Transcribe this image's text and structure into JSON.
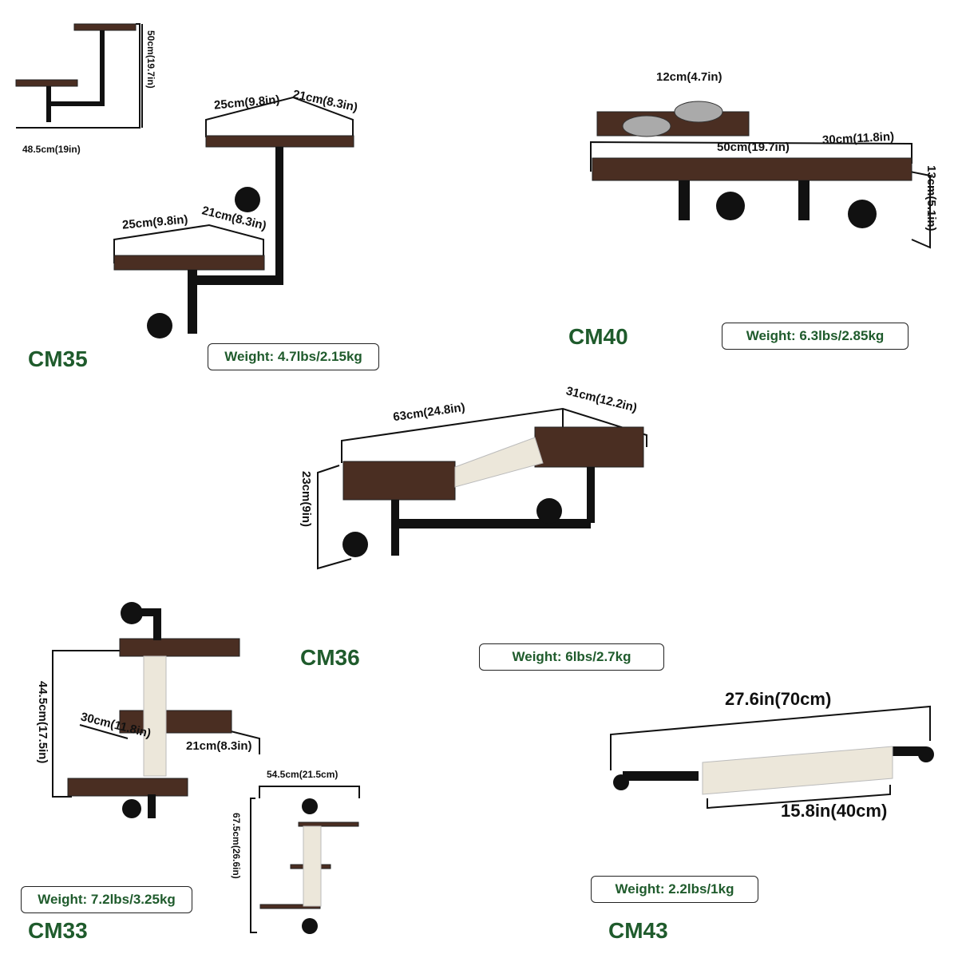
{
  "products": [
    {
      "model": "CM35",
      "weight": "Weight: 4.7lbs/2.15kg",
      "dims": {
        "overall_height": "50cm(19.7in)",
        "overall_width": "48.5cm(19in)",
        "top_len": "25cm(9.8in)",
        "top_depth": "21cm(8.3in)",
        "low_len": "25cm(9.8in)",
        "low_depth": "21cm(8.3in)"
      }
    },
    {
      "model": "CM40",
      "weight": "Weight: 6.3lbs/2.85kg",
      "dims": {
        "bowl": "12cm(4.7in)",
        "length": "50cm(19.7in)",
        "depth": "30cm(11.8in)",
        "height": "13cm(5.1in)"
      }
    },
    {
      "model": "CM36",
      "weight": "Weight: 6lbs/2.7kg",
      "dims": {
        "length": "63cm(24.8in)",
        "depth": "31cm(12.2in)",
        "height": "23cm(9in)"
      }
    },
    {
      "model": "CM33",
      "weight": "Weight: 7.2lbs/3.25kg",
      "dims": {
        "height": "44.5cm(17.5in)",
        "length": "30cm(11.8in)",
        "depth": "21cm(8.3in)",
        "alt_width": "54.5cm(21.5cm)",
        "alt_height": "67.5cm(26.6in)"
      }
    },
    {
      "model": "CM43",
      "weight": "Weight: 2.2lbs/1kg",
      "dims": {
        "total": "27.6in(70cm)",
        "post": "15.8in(40cm)"
      }
    }
  ]
}
